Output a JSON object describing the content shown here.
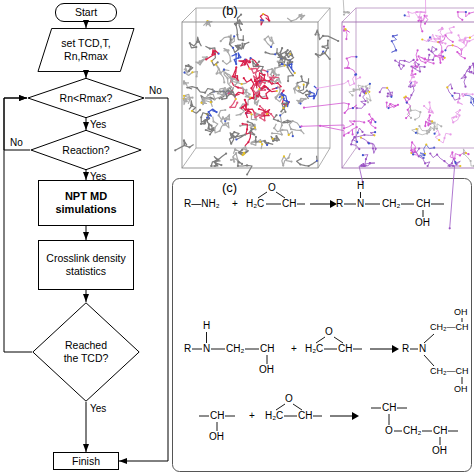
{
  "diagram": {
    "nodes": [
      {
        "text": [
          "Start"
        ]
      },
      {
        "text": [
          "set TCD,T, Rn,Rmax"
        ]
      },
      {
        "text": [
          "Rn<Rmax?"
        ]
      },
      {
        "text": [
          "Reaction?"
        ]
      },
      {
        "text": [
          "NPT MD simulations"
        ]
      },
      {
        "text": [
          "Crosslink density statistics"
        ]
      },
      {
        "text": [
          "Reached the TCD?"
        ]
      },
      {
        "text": [
          "Finish"
        ]
      }
    ],
    "edges": [
      {
        "from": 0,
        "to": 1,
        "arrow": "to"
      },
      {
        "from": 1,
        "to": 2,
        "arrow": "to"
      },
      {
        "from": 2,
        "to": 3,
        "arrow": "to",
        "label": "Yes"
      },
      {
        "from": 2,
        "to": 7,
        "arrow": "to",
        "label": "No"
      },
      {
        "from": 3,
        "to": 4,
        "arrow": "to",
        "label": "Yes"
      },
      {
        "from": 3,
        "to": 2,
        "arrow": "to",
        "label": "No"
      },
      {
        "from": 4,
        "to": 5,
        "arrow": "to"
      },
      {
        "from": 5,
        "to": 6,
        "arrow": "to"
      },
      {
        "from": 6,
        "to": 7,
        "arrow": "to",
        "label": "Yes"
      },
      {
        "from": 6,
        "to": 2,
        "arrow": "to"
      }
    ],
    "labels": [
      "(b)",
      "(c)",
      "R—NH₂",
      "+",
      "H₂C",
      "O",
      "CH",
      "H",
      "R",
      "N",
      "CH₂",
      "CH",
      "OH",
      "H",
      "R",
      "N",
      "CH₂",
      "CH",
      "OH",
      "+",
      "H₂C",
      "O",
      "CH",
      "R",
      "N",
      "CH₂—CH",
      "OH",
      "CH₂—CH",
      "OH",
      "CH",
      "OH",
      "+",
      "H₂C",
      "O",
      "CH",
      "CH",
      "O",
      "CH₂",
      "CH",
      "OH"
    ]
  }
}
